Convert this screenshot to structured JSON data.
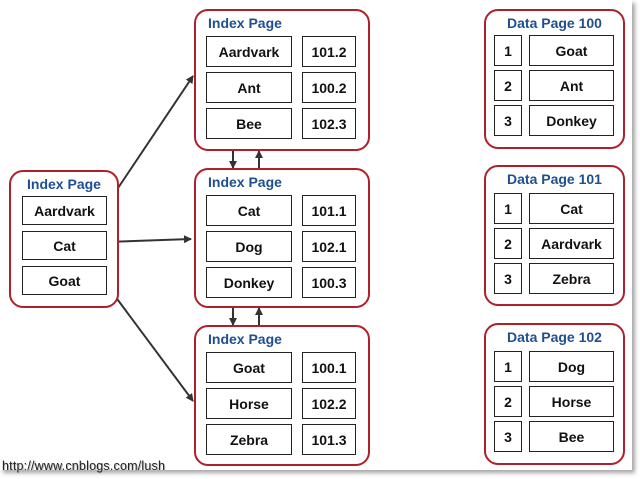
{
  "root_index": {
    "title": "Index Page",
    "entries": [
      "Aardvark",
      "Cat",
      "Goat"
    ]
  },
  "index_pages": [
    {
      "title": "Index Page",
      "rows": [
        {
          "key": "Aardvark",
          "rid": "101.2"
        },
        {
          "key": "Ant",
          "rid": "100.2"
        },
        {
          "key": "Bee",
          "rid": "102.3"
        }
      ]
    },
    {
      "title": "Index Page",
      "rows": [
        {
          "key": "Cat",
          "rid": "101.1"
        },
        {
          "key": "Dog",
          "rid": "102.1"
        },
        {
          "key": "Donkey",
          "rid": "100.3"
        }
      ]
    },
    {
      "title": "Index Page",
      "rows": [
        {
          "key": "Goat",
          "rid": "100.1"
        },
        {
          "key": "Horse",
          "rid": "102.2"
        },
        {
          "key": "Zebra",
          "rid": "101.3"
        }
      ]
    }
  ],
  "data_pages": [
    {
      "title": "Data Page 100",
      "rows": [
        {
          "slot": "1",
          "value": "Goat"
        },
        {
          "slot": "2",
          "value": "Ant"
        },
        {
          "slot": "3",
          "value": "Donkey"
        }
      ]
    },
    {
      "title": "Data Page 101",
      "rows": [
        {
          "slot": "1",
          "value": "Cat"
        },
        {
          "slot": "2",
          "value": "Aardvark"
        },
        {
          "slot": "3",
          "value": "Zebra"
        }
      ]
    },
    {
      "title": "Data Page 102",
      "rows": [
        {
          "slot": "1",
          "value": "Dog"
        },
        {
          "slot": "2",
          "value": "Horse"
        },
        {
          "slot": "3",
          "value": "Bee"
        }
      ]
    }
  ],
  "watermark": "http://www.cnblogs.com/lush",
  "colors": {
    "page_border": "#b0202a",
    "title_text": "#1f4f8f",
    "cell_border": "#222222",
    "arrow": "#333333"
  }
}
